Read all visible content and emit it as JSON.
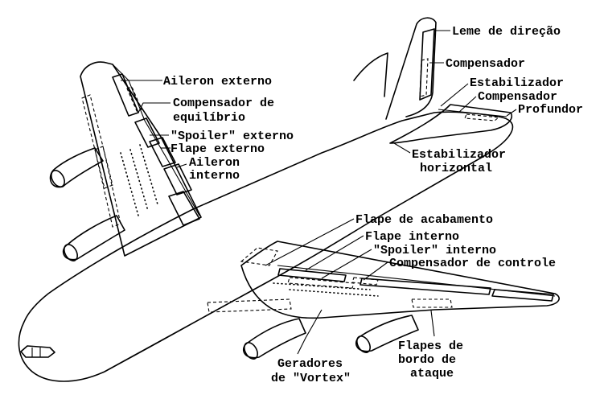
{
  "labels": {
    "aileron_externo": "Aileron externo",
    "compensador_equilibrio_1": "Compensador de",
    "compensador_equilibrio_2": "equilíbrio",
    "spoiler_externo": "\"Spoiler\" externo",
    "flape_externo": "Flape externo",
    "aileron_interno_1": "Aileron",
    "aileron_interno_2": "interno",
    "leme_direcao": "Leme de direção",
    "compensador": "Compensador",
    "estabilizador": "Estabilizador",
    "compensador_profundor": "Compensador",
    "profundor": "Profundor",
    "estabilizador_horizontal_1": "Estabilizador",
    "estabilizador_horizontal_2": "horizontal",
    "flape_acabamento": "Flape de acabamento",
    "flape_interno": "Flape interno",
    "spoiler_interno": "\"Spoiler\" interno",
    "compensador_controle": "Compensador de controle",
    "geradores_1": "Geradores",
    "geradores_2": "de \"Vortex\"",
    "flapes_bordo_1": "Flapes de",
    "flapes_bordo_2": "bordo  de",
    "flapes_bordo_3": "ataque"
  }
}
